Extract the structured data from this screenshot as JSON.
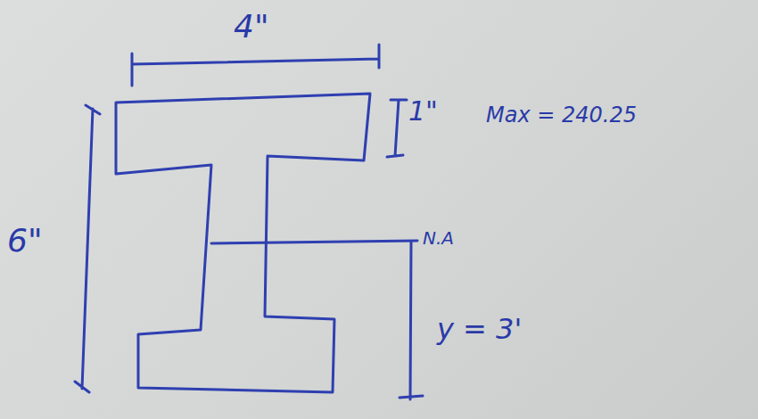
{
  "diagram": {
    "labels": [
      "4\"",
      "1\"",
      "Max = 240.25",
      "6\"",
      "N.A",
      "y = 3'"
    ]
  }
}
